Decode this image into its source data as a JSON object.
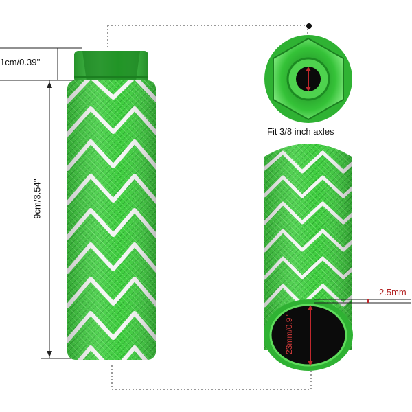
{
  "product": {
    "color": "#39c43a",
    "color_dark": "#1f8f24",
    "color_light": "#6fe06d",
    "stripe_color": "#f2f2f2"
  },
  "dimensions": {
    "cap_height_label": "1cm/0.39''",
    "length_label": "9cm/3.54''",
    "wall_label": "2.5mm",
    "inner_diameter_label": "23mm/0.9''"
  },
  "axle_note": "Fit  3/8 inch axles",
  "colors": {
    "dimension_line": "#222222",
    "red_marker": "#c0282d"
  }
}
